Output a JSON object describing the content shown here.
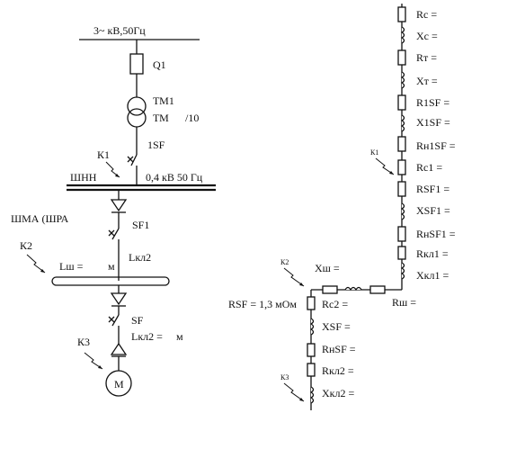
{
  "left": {
    "supply": "3~  кВ,50Гц",
    "q1": "Q1",
    "tm1": "ТМ1",
    "tm": "ТМ",
    "tm_ratio": "/10",
    "sf_main": "1SF",
    "k1": "К1",
    "bus_name": "ШНН",
    "bus_voltage": "0,4 кВ 50 Гц",
    "sf1": "SF1",
    "shma": "ШМА (ШРА",
    "lkl2_top": "Lкл2",
    "k2": "К2",
    "lsh": "Lш =",
    "m1": "м",
    "sf": "SF",
    "lkl2_bot": "Lкл2 =",
    "m2": "м",
    "k3": "К3",
    "motor": "М"
  },
  "right": {
    "labels": [
      "Rс =",
      "Xс =",
      "Rт =",
      "Xт =",
      "R1SF =",
      "X1SF =",
      "Rн1SF =",
      "Rс1 =",
      "RSF1 =",
      "XSF1 =",
      "RнSF1 =",
      "Rкл1 =",
      "Xкл1 ="
    ],
    "k1": "К1",
    "k2": "К2",
    "k3": "К3",
    "xsh": "Xш =",
    "rsh": "Rш =",
    "rsf": "RSF = 1,3 мОм",
    "lower_labels": [
      "Rс2 =",
      "XSF =",
      "RнSF =",
      "Rкл2 =",
      "Xкл2 ="
    ]
  }
}
